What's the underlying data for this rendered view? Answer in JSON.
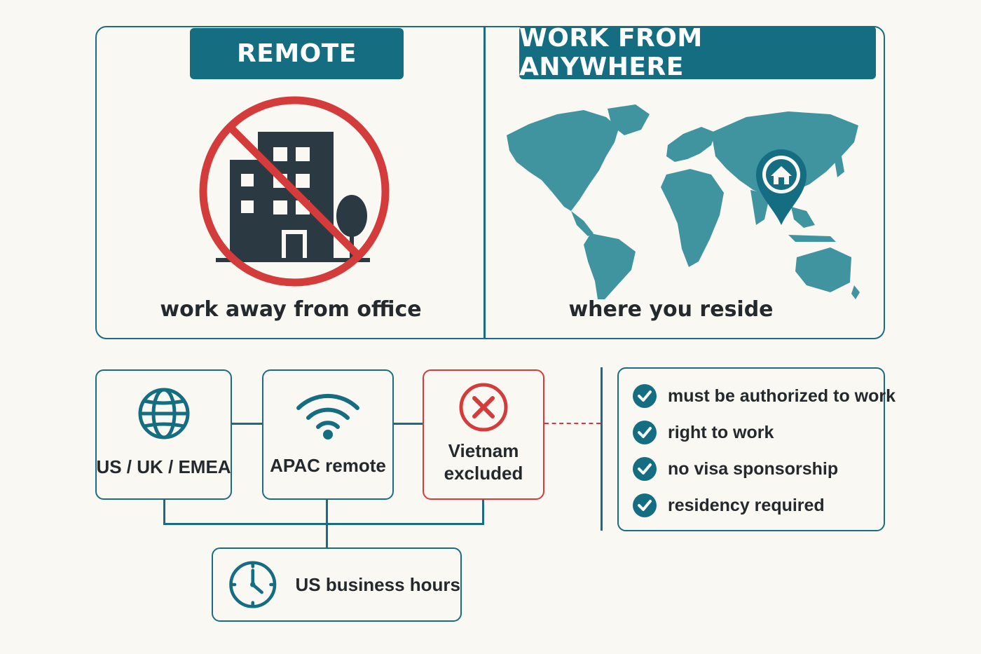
{
  "remote_panel": {
    "title": "REMOTE",
    "caption": "work away from office",
    "icon": "no-office-building-icon"
  },
  "anywhere_panel": {
    "title": "WORK FROM ANYWHERE",
    "caption": "where you reside",
    "icon": "world-map-home-pin-icon"
  },
  "regions": [
    {
      "label": "US / UK / EMEA",
      "icon": "globe-icon"
    },
    {
      "label": "APAC remote",
      "icon": "wifi-icon"
    },
    {
      "label_line1": "Vietnam",
      "label_line2": "excluded",
      "icon": "x-circle-icon"
    }
  ],
  "hours": {
    "label": "US business hours",
    "icon": "clock-icon"
  },
  "requirements": [
    "must be authorized to work",
    "right to work",
    "no visa sponsorship",
    "residency required"
  ],
  "colors": {
    "teal": "#146d80",
    "map_teal": "#3f94a0",
    "red": "#d43b3b",
    "background": "#faf8f3",
    "text": "#24292d"
  }
}
